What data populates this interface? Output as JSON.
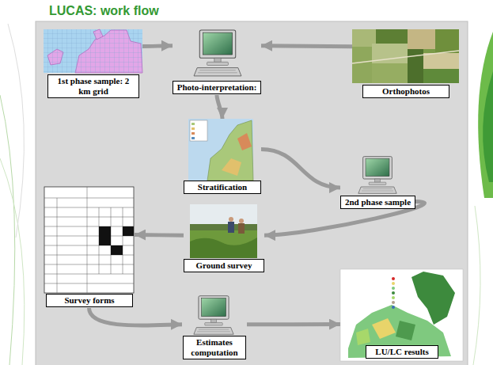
{
  "diagram": {
    "title": "LUCAS: work flow",
    "nodes": [
      {
        "text": [
          "1st phase sample: 2 km grid"
        ]
      },
      {
        "text": [
          "Photo-interpretation:"
        ]
      },
      {
        "text": [
          "Orthophotos"
        ]
      },
      {
        "text": [
          "Stratification"
        ]
      },
      {
        "text": [
          "2nd phase sample"
        ]
      },
      {
        "text": [
          "Ground survey"
        ]
      },
      {
        "text": [
          "Survey forms"
        ]
      },
      {
        "text": [
          "Estimates computation"
        ]
      },
      {
        "text": [
          "LU/LC results"
        ]
      }
    ],
    "edges": [
      {
        "from": 0,
        "to": 1,
        "arrow": "to"
      },
      {
        "from": 2,
        "to": 1,
        "arrow": "to"
      },
      {
        "from": 1,
        "to": 3,
        "arrow": "to"
      },
      {
        "from": 3,
        "to": 4,
        "arrow": "to"
      },
      {
        "from": 4,
        "to": 5,
        "arrow": "to"
      },
      {
        "from": 5,
        "to": 6,
        "arrow": "to"
      },
      {
        "from": 6,
        "to": 7,
        "arrow": "to"
      },
      {
        "from": 7,
        "to": 8,
        "arrow": "to"
      }
    ]
  }
}
